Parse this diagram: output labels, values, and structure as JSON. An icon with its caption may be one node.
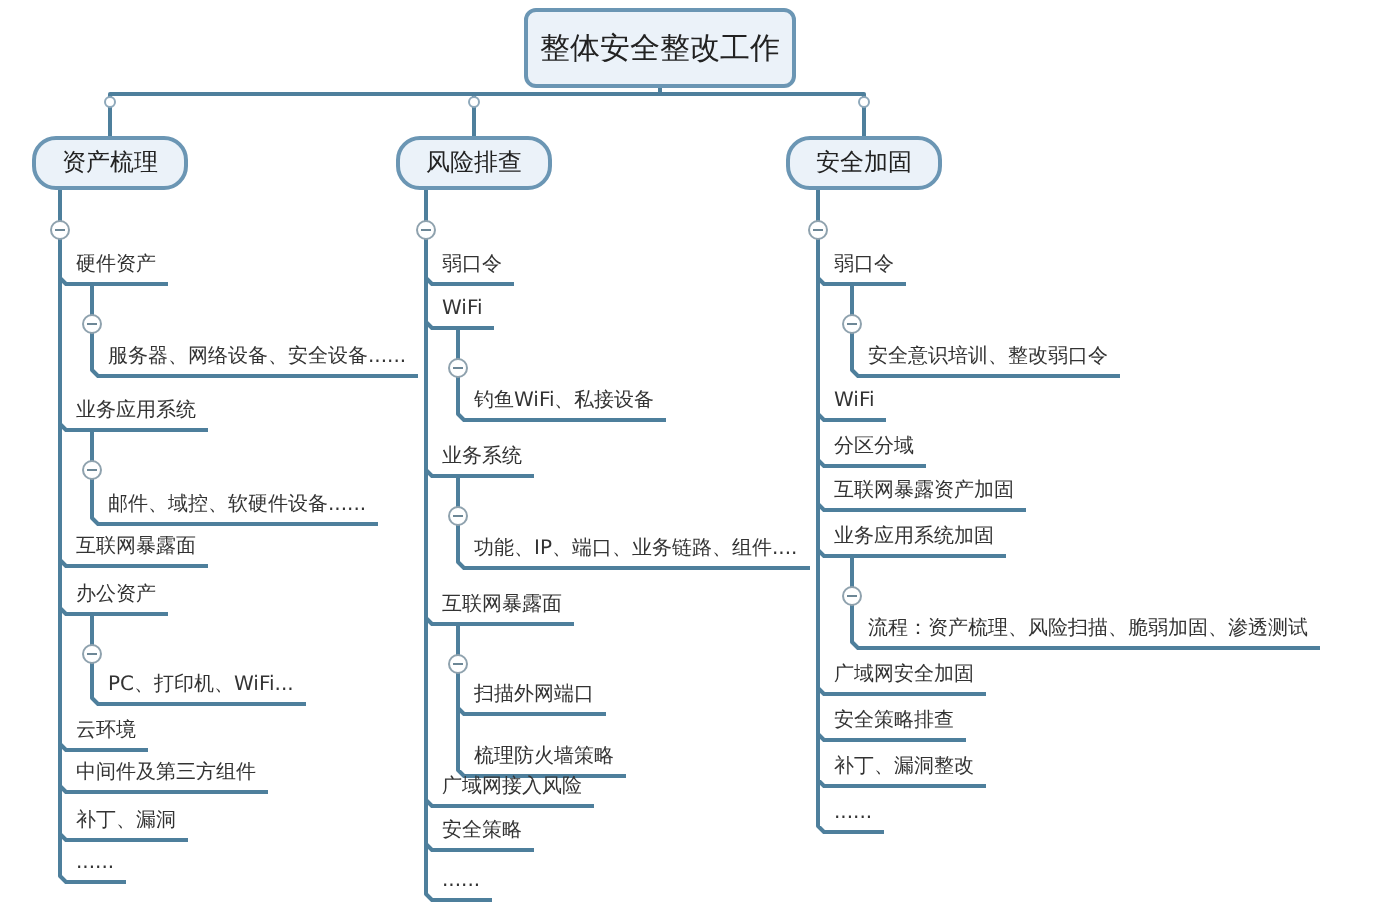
{
  "diagram": {
    "nodes": [
      {
        "text": [
          "整体安全整改工作"
        ]
      },
      {
        "text": [
          "资产梳理"
        ]
      },
      {
        "text": [
          "硬件资产"
        ]
      },
      {
        "text": [
          "服务器、网络设备、安全设备......"
        ]
      },
      {
        "text": [
          "业务应用系统"
        ]
      },
      {
        "text": [
          "邮件、域控、软硬件设备......"
        ]
      },
      {
        "text": [
          "互联网暴露面"
        ]
      },
      {
        "text": [
          "办公资产"
        ]
      },
      {
        "text": [
          "PC、打印机、WiFi..."
        ]
      },
      {
        "text": [
          "云环境"
        ]
      },
      {
        "text": [
          "中间件及第三方组件"
        ]
      },
      {
        "text": [
          "补丁、漏洞"
        ]
      },
      {
        "text": [
          "......"
        ]
      },
      {
        "text": [
          "风险排查"
        ]
      },
      {
        "text": [
          "弱口令"
        ]
      },
      {
        "text": [
          "WiFi"
        ]
      },
      {
        "text": [
          "钓鱼WiFi、私接设备"
        ]
      },
      {
        "text": [
          "业务系统"
        ]
      },
      {
        "text": [
          "功能、IP、端口、业务链路、组件...."
        ]
      },
      {
        "text": [
          "互联网暴露面"
        ]
      },
      {
        "text": [
          "扫描外网端口"
        ]
      },
      {
        "text": [
          "梳理防火墙策略"
        ]
      },
      {
        "text": [
          "广域网接入风险"
        ]
      },
      {
        "text": [
          "安全策略"
        ]
      },
      {
        "text": [
          "......"
        ]
      },
      {
        "text": [
          "安全加固"
        ]
      },
      {
        "text": [
          "弱口令"
        ]
      },
      {
        "text": [
          "安全意识培训、整改弱口令"
        ]
      },
      {
        "text": [
          "WiFi"
        ]
      },
      {
        "text": [
          "分区分域"
        ]
      },
      {
        "text": [
          "互联网暴露资产加固"
        ]
      },
      {
        "text": [
          "业务应用系统加固"
        ]
      },
      {
        "text": [
          "流程：资产梳理、风险扫描、脆弱加固、渗透测试"
        ]
      },
      {
        "text": [
          "广域网安全加固"
        ]
      },
      {
        "text": [
          "安全策略排查"
        ]
      },
      {
        "text": [
          "补丁、漏洞整改"
        ]
      },
      {
        "text": [
          "......"
        ]
      }
    ],
    "edges": [
      {
        "from": 0,
        "to": 1,
        "arrow": "none"
      },
      {
        "from": 0,
        "to": 13,
        "arrow": "none"
      },
      {
        "from": 0,
        "to": 25,
        "arrow": "none"
      },
      {
        "from": 1,
        "to": 2,
        "arrow": "none"
      },
      {
        "from": 2,
        "to": 3,
        "arrow": "none"
      },
      {
        "from": 1,
        "to": 4,
        "arrow": "none"
      },
      {
        "from": 4,
        "to": 5,
        "arrow": "none"
      },
      {
        "from": 1,
        "to": 6,
        "arrow": "none"
      },
      {
        "from": 1,
        "to": 7,
        "arrow": "none"
      },
      {
        "from": 7,
        "to": 8,
        "arrow": "none"
      },
      {
        "from": 1,
        "to": 9,
        "arrow": "none"
      },
      {
        "from": 1,
        "to": 10,
        "arrow": "none"
      },
      {
        "from": 1,
        "to": 11,
        "arrow": "none"
      },
      {
        "from": 1,
        "to": 12,
        "arrow": "none"
      },
      {
        "from": 13,
        "to": 14,
        "arrow": "none"
      },
      {
        "from": 13,
        "to": 15,
        "arrow": "none"
      },
      {
        "from": 15,
        "to": 16,
        "arrow": "none"
      },
      {
        "from": 13,
        "to": 17,
        "arrow": "none"
      },
      {
        "from": 17,
        "to": 18,
        "arrow": "none"
      },
      {
        "from": 13,
        "to": 19,
        "arrow": "none"
      },
      {
        "from": 19,
        "to": 20,
        "arrow": "none"
      },
      {
        "from": 19,
        "to": 21,
        "arrow": "none"
      },
      {
        "from": 13,
        "to": 22,
        "arrow": "none"
      },
      {
        "from": 13,
        "to": 23,
        "arrow": "none"
      },
      {
        "from": 13,
        "to": 24,
        "arrow": "none"
      },
      {
        "from": 25,
        "to": 26,
        "arrow": "none"
      },
      {
        "from": 26,
        "to": 27,
        "arrow": "none"
      },
      {
        "from": 25,
        "to": 28,
        "arrow": "none"
      },
      {
        "from": 25,
        "to": 29,
        "arrow": "none"
      },
      {
        "from": 25,
        "to": 30,
        "arrow": "none"
      },
      {
        "from": 25,
        "to": 31,
        "arrow": "none"
      },
      {
        "from": 31,
        "to": 32,
        "arrow": "none"
      },
      {
        "from": 25,
        "to": 33,
        "arrow": "none"
      },
      {
        "from": 25,
        "to": 34,
        "arrow": "none"
      },
      {
        "from": 25,
        "to": 35,
        "arrow": "none"
      },
      {
        "from": 25,
        "to": 36,
        "arrow": "none"
      }
    ]
  }
}
